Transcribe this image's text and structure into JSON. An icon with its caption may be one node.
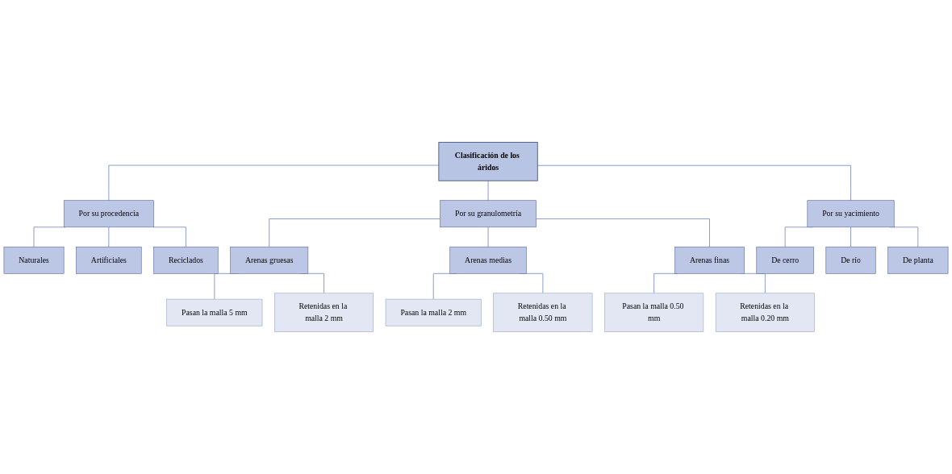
{
  "diagram": {
    "nodes": [
      {
        "text": [
          "Clasificación de los áridos"
        ]
      },
      {
        "text": [
          "Por su procedencia"
        ]
      },
      {
        "text": [
          "Por su granulometría"
        ]
      },
      {
        "text": [
          "Por su yacimiento"
        ]
      },
      {
        "text": [
          "Naturales"
        ]
      },
      {
        "text": [
          "Artificiales"
        ]
      },
      {
        "text": [
          "Reciclados"
        ]
      },
      {
        "text": [
          "Arenas gruesas"
        ]
      },
      {
        "text": [
          "Arenas medias"
        ]
      },
      {
        "text": [
          "Arenas finas"
        ]
      },
      {
        "text": [
          "Pasan la malla 5 mm"
        ]
      },
      {
        "text": [
          "Retenidas en la malla 2 mm"
        ]
      },
      {
        "text": [
          "Pasan la malla 2 mm"
        ]
      },
      {
        "text": [
          "Retenidas en la malla 0.50 mm"
        ]
      },
      {
        "text": [
          "Pasan la malla 0.50 mm"
        ]
      },
      {
        "text": [
          "Retenidas en la malla 0.20 mm"
        ]
      },
      {
        "text": [
          "De cerro"
        ]
      },
      {
        "text": [
          "De río"
        ]
      },
      {
        "text": [
          "De planta"
        ]
      }
    ],
    "edges": [
      {
        "from": 0,
        "to": 1,
        "arrow": "none"
      },
      {
        "from": 0,
        "to": 2,
        "arrow": "none"
      },
      {
        "from": 0,
        "to": 3,
        "arrow": "none"
      },
      {
        "from": 1,
        "to": 4,
        "arrow": "none"
      },
      {
        "from": 1,
        "to": 5,
        "arrow": "none"
      },
      {
        "from": 1,
        "to": 6,
        "arrow": "none"
      },
      {
        "from": 2,
        "to": 7,
        "arrow": "none"
      },
      {
        "from": 2,
        "to": 8,
        "arrow": "none"
      },
      {
        "from": 2,
        "to": 9,
        "arrow": "none"
      },
      {
        "from": 7,
        "to": 10,
        "arrow": "none"
      },
      {
        "from": 7,
        "to": 11,
        "arrow": "none"
      },
      {
        "from": 8,
        "to": 12,
        "arrow": "none"
      },
      {
        "from": 8,
        "to": 13,
        "arrow": "none"
      },
      {
        "from": 9,
        "to": 14,
        "arrow": "none"
      },
      {
        "from": 9,
        "to": 15,
        "arrow": "none"
      },
      {
        "from": 3,
        "to": 16,
        "arrow": "none"
      },
      {
        "from": 3,
        "to": 17,
        "arrow": "none"
      },
      {
        "from": 3,
        "to": 18,
        "arrow": "none"
      }
    ]
  }
}
